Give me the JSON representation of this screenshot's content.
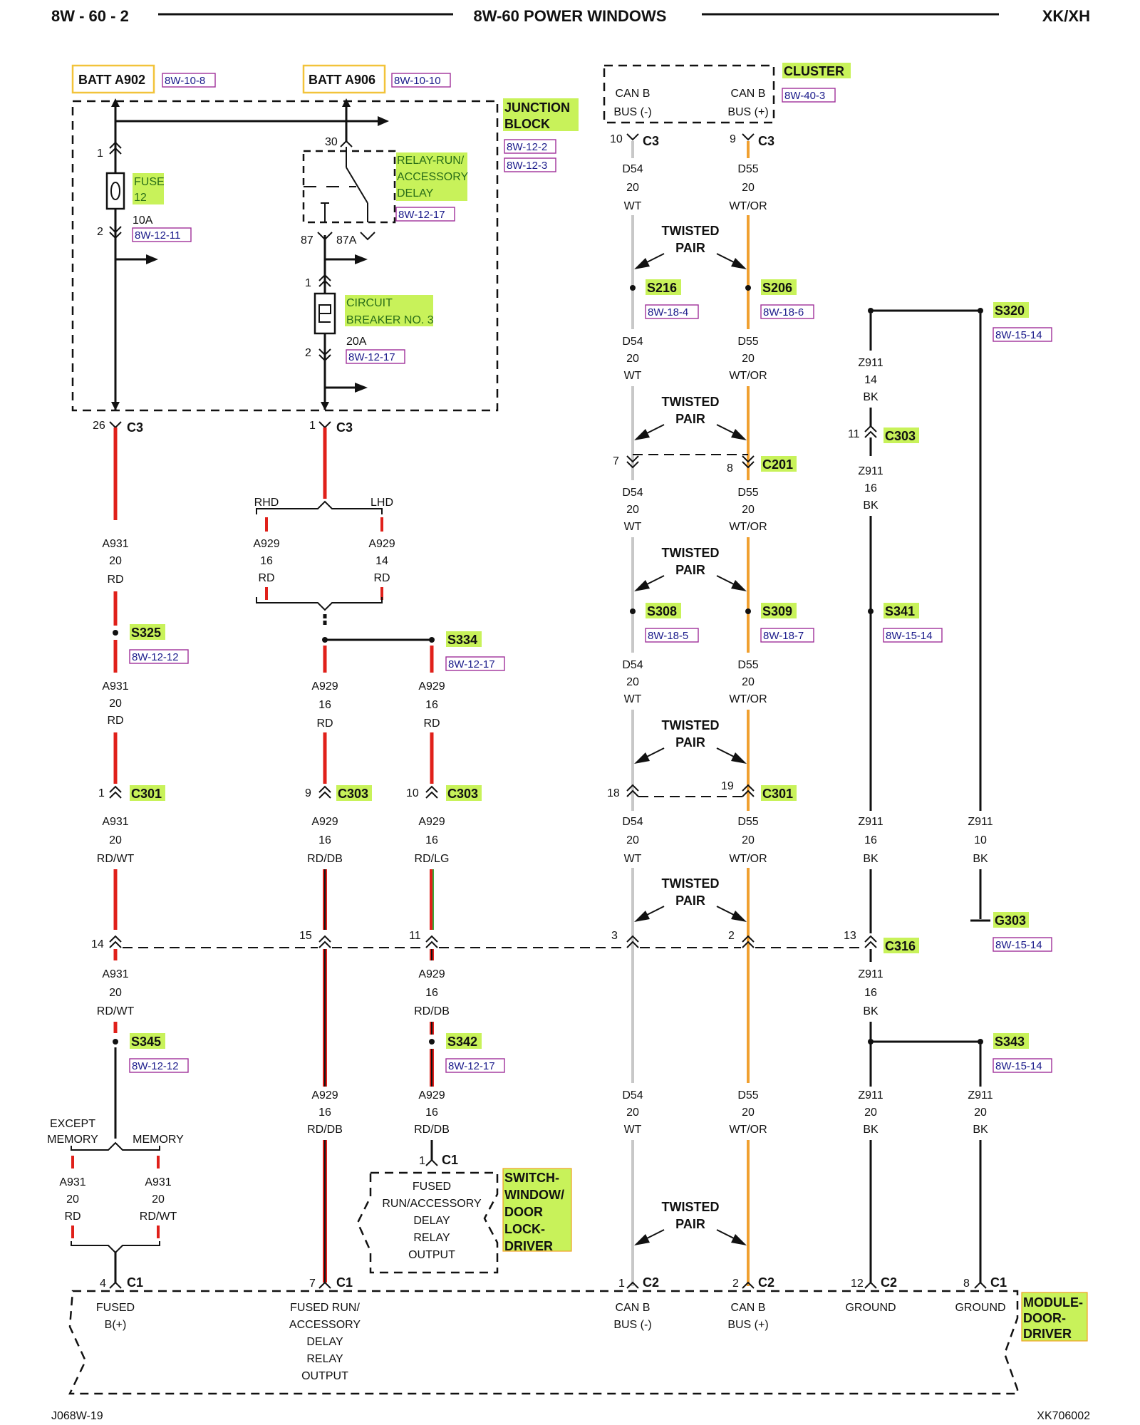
{
  "header": {
    "left": "8W - 60 - 2",
    "center": "8W-60 POWER WINDOWS",
    "right": "XK/XH"
  },
  "footer": {
    "left": "J068W-19",
    "right": "XK706002"
  },
  "sources": [
    {
      "name": "BATT A902",
      "ref": "8W-10-8"
    },
    {
      "name": "BATT A906",
      "ref": "8W-10-10"
    }
  ],
  "junction_block": {
    "label_1": "JUNCTION",
    "label_2": "BLOCK",
    "ref_1": "8W-12-2",
    "ref_2": "8W-12-3",
    "fuse": {
      "label_1": "FUSE",
      "label_2": "12",
      "rating": "10A",
      "ref": "8W-12-11",
      "pin_in": "1",
      "pin_out": "2"
    },
    "relay": {
      "label_1": "RELAY-RUN/",
      "label_2": "ACCESSORY",
      "label_3": "DELAY",
      "ref": "8W-12-17",
      "pin_30": "30",
      "pin_87": "87",
      "pin_87a": "87A"
    },
    "breaker": {
      "label_1": "CIRCUIT",
      "label_2": "BREAKER NO. 3",
      "rating": "20A",
      "ref": "8W-12-17",
      "pin_in": "1",
      "pin_out": "2"
    }
  },
  "cluster": {
    "name": "CLUSTER",
    "ref": "8W-40-3",
    "can_minus_1": "CAN B",
    "can_minus_2": "BUS (-)",
    "can_plus_1": "CAN B",
    "can_plus_2": "BUS (+)"
  },
  "connectors": {
    "c3": "C3",
    "c201": "C201",
    "c301": "C301",
    "c303": "C303",
    "c316": "C316",
    "c1": "C1",
    "c2": "C2",
    "pins": {
      "p26": "26",
      "p1": "1",
      "p10": "10",
      "p9": "9",
      "p7": "7",
      "p8": "8",
      "p11": "11",
      "p18": "18",
      "p19": "19",
      "p14": "14",
      "p15": "15",
      "p3": "3",
      "p2": "2",
      "p13": "13",
      "p4": "4",
      "p12": "12"
    }
  },
  "splices": {
    "s216": {
      "name": "S216",
      "ref": "8W-18-4"
    },
    "s206": {
      "name": "S206",
      "ref": "8W-18-6"
    },
    "s320": {
      "name": "S320",
      "ref": "8W-15-14"
    },
    "s308": {
      "name": "S308",
      "ref": "8W-18-5"
    },
    "s309": {
      "name": "S309",
      "ref": "8W-18-7"
    },
    "s341": {
      "name": "S341",
      "ref": "8W-15-14"
    },
    "s325": {
      "name": "S325",
      "ref": "8W-12-12"
    },
    "s334": {
      "name": "S334",
      "ref": "8W-12-17"
    },
    "s345": {
      "name": "S345",
      "ref": "8W-12-12"
    },
    "s342": {
      "name": "S342",
      "ref": "8W-12-17"
    },
    "s343": {
      "name": "S343",
      "ref": "8W-15-14"
    },
    "g303": {
      "name": "G303",
      "ref": "8W-15-14"
    }
  },
  "wires": {
    "a931": "A931",
    "a929": "A929",
    "d54": "D54",
    "d55": "D55",
    "z911": "Z911",
    "g20": "20",
    "g16": "16",
    "g14": "14",
    "g10": "10",
    "rd": "RD",
    "rdwt": "RD/WT",
    "rddb": "RD/DB",
    "rdlg": "RD/LG",
    "wt": "WT",
    "wtor": "WT/OR",
    "bk": "BK"
  },
  "twisted_pair_1": "TWISTED",
  "twisted_pair_2": "PAIR",
  "options": {
    "rhd": "RHD",
    "lhd": "LHD",
    "except_1": "EXCEPT",
    "except_2": "MEMORY",
    "memory": "MEMORY"
  },
  "switch": {
    "name_1": "SWITCH-",
    "name_2": "WINDOW/",
    "name_3": "DOOR",
    "name_4": "LOCK-",
    "name_5": "DRIVER",
    "text_1": "FUSED",
    "text_2": "RUN/ACCESSORY",
    "text_3": "DELAY",
    "text_4": "RELAY",
    "text_5": "OUTPUT"
  },
  "module": {
    "name_1": "MODULE-",
    "name_2": "DOOR-",
    "name_3": "DRIVER",
    "pins": {
      "fused_1": "FUSED",
      "fused_2": "B(+)",
      "run_1": "FUSED RUN/",
      "run_2": "ACCESSORY",
      "run_3": "DELAY",
      "run_4": "RELAY",
      "run_5": "OUTPUT",
      "canm_1": "CAN B",
      "canm_2": "BUS (-)",
      "canp_1": "CAN B",
      "canp_2": "BUS (+)",
      "gnd": "GROUND"
    }
  }
}
